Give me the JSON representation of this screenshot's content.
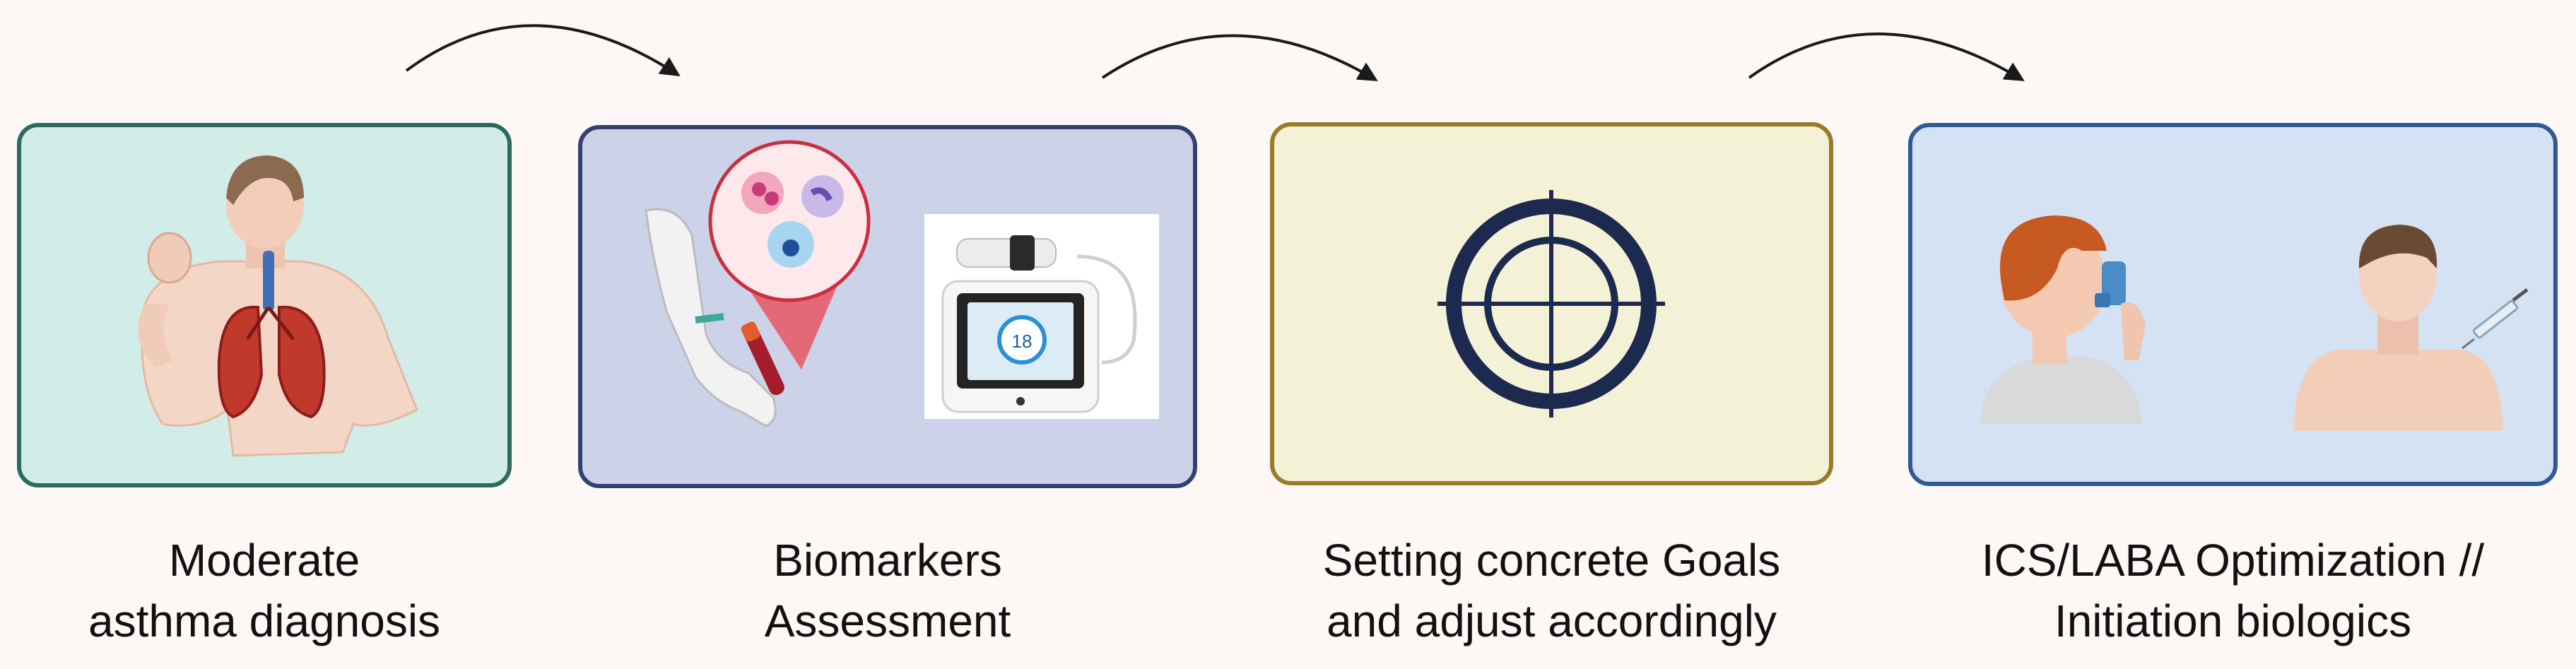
{
  "colors": {
    "background": "#fdf8f5",
    "step1_fill": "#d2ece8",
    "step1_border": "#2c6b5f",
    "step2_fill": "#ccd2e8",
    "step2_border": "#33416e",
    "step3_fill": "#f4f2d6",
    "step3_border": "#9a7b2a",
    "step4_fill": "#d4e2f4",
    "step4_border": "#2e5b96",
    "arrow": "#1a1a1a",
    "target": "#1c2a4f"
  },
  "steps": [
    {
      "illustration": "person-coughing-with-lungs",
      "caption": {
        "line1": "Moderate",
        "line2": "asthma diagnosis"
      }
    },
    {
      "illustration": "blood-draw-cells-and-feno-device",
      "device_reading": "18",
      "caption": {
        "line1": "Biomarkers",
        "line2": "Assessment"
      }
    },
    {
      "illustration": "crosshair-target-icon",
      "caption": {
        "line1": "Setting concrete Goals",
        "line2": "and adjust accordingly"
      }
    },
    {
      "illustration": "inhaler-and-injection",
      "caption": {
        "line1": "ICS/LABA Optimization //",
        "line2": "Initiation biologics"
      }
    }
  ]
}
